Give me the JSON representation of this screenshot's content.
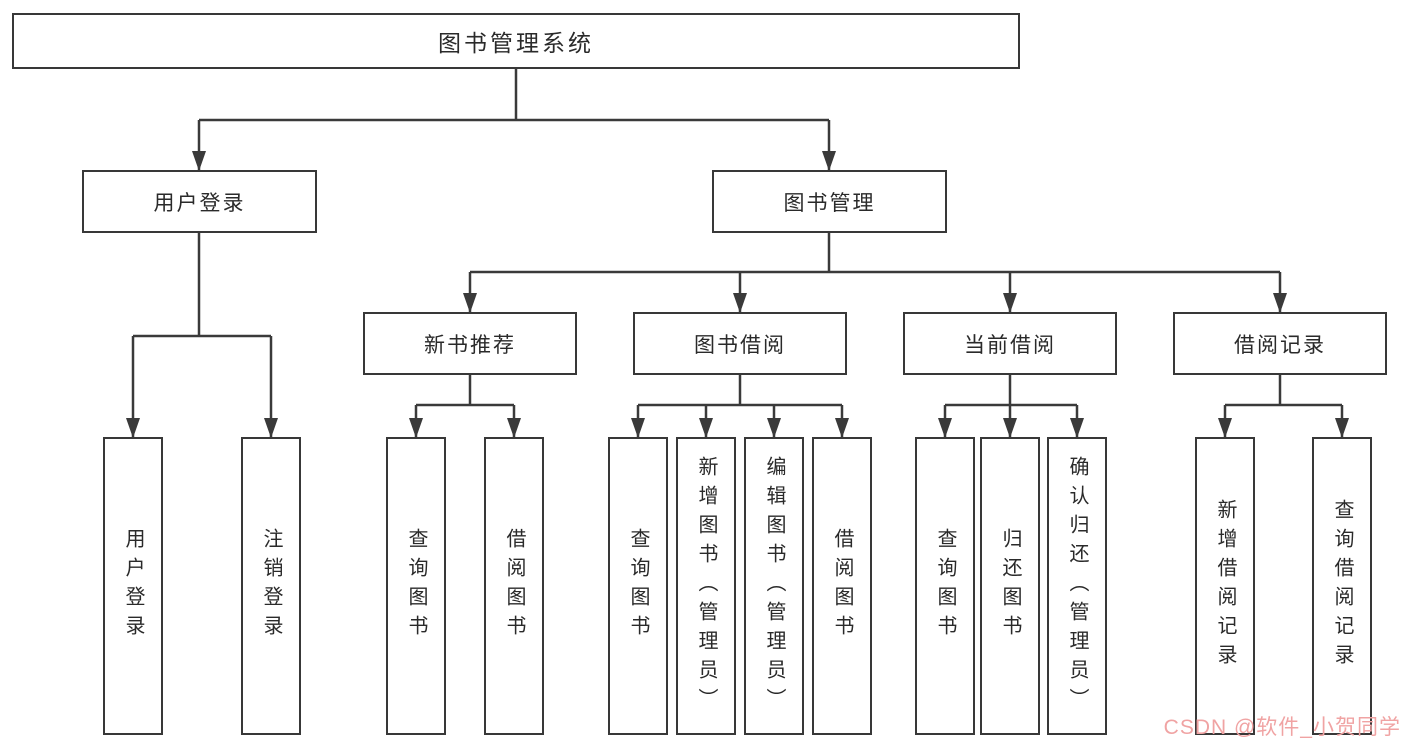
{
  "colors": {
    "line": "#3a3a3a",
    "border": "#383838",
    "text": "#2a2a2a",
    "background": "#ffffff",
    "watermark": "#f0a3a3"
  },
  "watermark": "CSDN @软件_小贺同学",
  "nodes": {
    "root": "图书管理系统",
    "user_login": "用户登录",
    "book_mgmt": "图书管理",
    "new_book_rec": "新书推荐",
    "book_borrow": "图书借阅",
    "current_borrow": "当前借阅",
    "borrow_record": "借阅记录",
    "leaf_user_login": "用户登录",
    "leaf_logout": "注销登录",
    "leaf_nbr_query": "查询图书",
    "leaf_nbr_borrow": "借阅图书",
    "leaf_bb_query": "查询图书",
    "leaf_bb_add": "新增图书（管理员）",
    "leaf_bb_edit": "编辑图书（管理员）",
    "leaf_bb_borrow": "借阅图书",
    "leaf_cb_query": "查询图书",
    "leaf_cb_return": "归还图书",
    "leaf_cb_confirm": "确认归还（管理员）",
    "leaf_br_add": "新增借阅记录",
    "leaf_br_query": "查询借阅记录"
  }
}
